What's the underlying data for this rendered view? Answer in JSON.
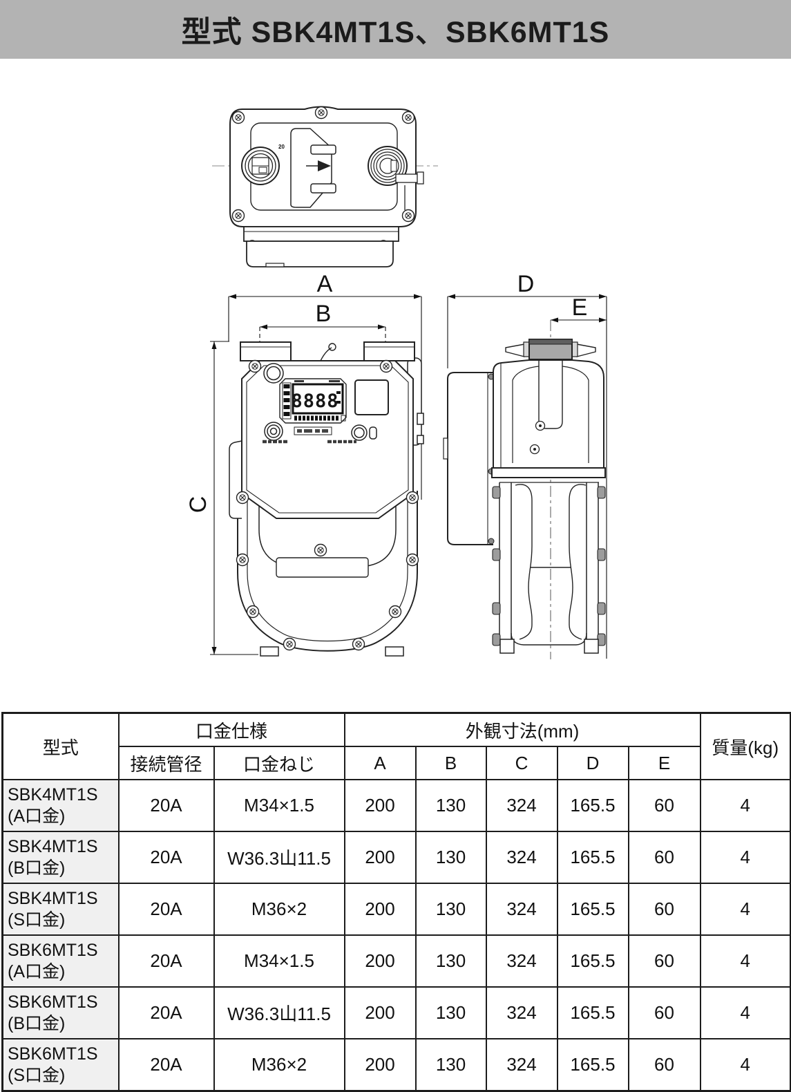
{
  "header": {
    "title": "型式 SBK4MT1S、SBK6MT1S"
  },
  "colors": {
    "titlebar_bg": "#b3b3b3",
    "title_text": "#1b1b1b",
    "table_border": "#1c1c1c",
    "model_cell_bg": "#f0f0f0",
    "line_art": "#222222"
  },
  "diagram": {
    "dims": {
      "a": "A",
      "b": "B",
      "c": "C",
      "d": "D",
      "e": "E"
    },
    "lcd_value": "8888",
    "port_label": "20"
  },
  "table": {
    "header": {
      "model": "型式",
      "fitting_spec": "口金仕様",
      "outer_dimensions": "外観寸法(mm)",
      "mass": "質量(kg)",
      "pipe_diameter": "接続管径",
      "fitting_thread": "口金ねじ",
      "dim_a": "A",
      "dim_b": "B",
      "dim_c": "C",
      "dim_d": "D",
      "dim_e": "E"
    },
    "rows": [
      {
        "model_line1": "SBK4MT1S",
        "model_line2": "(A口金)",
        "pipe": "20A",
        "thread": "M34×1.5",
        "a": "200",
        "b": "130",
        "c": "324",
        "d": "165.5",
        "e": "60",
        "mass": "4"
      },
      {
        "model_line1": "SBK4MT1S",
        "model_line2": "(B口金)",
        "pipe": "20A",
        "thread": "W36.3山11.5",
        "a": "200",
        "b": "130",
        "c": "324",
        "d": "165.5",
        "e": "60",
        "mass": "4"
      },
      {
        "model_line1": "SBK4MT1S",
        "model_line2": "(S口金)",
        "pipe": "20A",
        "thread": "M36×2",
        "a": "200",
        "b": "130",
        "c": "324",
        "d": "165.5",
        "e": "60",
        "mass": "4"
      },
      {
        "model_line1": "SBK6MT1S",
        "model_line2": "(A口金)",
        "pipe": "20A",
        "thread": "M34×1.5",
        "a": "200",
        "b": "130",
        "c": "324",
        "d": "165.5",
        "e": "60",
        "mass": "4"
      },
      {
        "model_line1": "SBK6MT1S",
        "model_line2": "(B口金)",
        "pipe": "20A",
        "thread": "W36.3山11.5",
        "a": "200",
        "b": "130",
        "c": "324",
        "d": "165.5",
        "e": "60",
        "mass": "4"
      },
      {
        "model_line1": "SBK6MT1S",
        "model_line2": "(S口金)",
        "pipe": "20A",
        "thread": "M36×2",
        "a": "200",
        "b": "130",
        "c": "324",
        "d": "165.5",
        "e": "60",
        "mass": "4"
      }
    ]
  }
}
